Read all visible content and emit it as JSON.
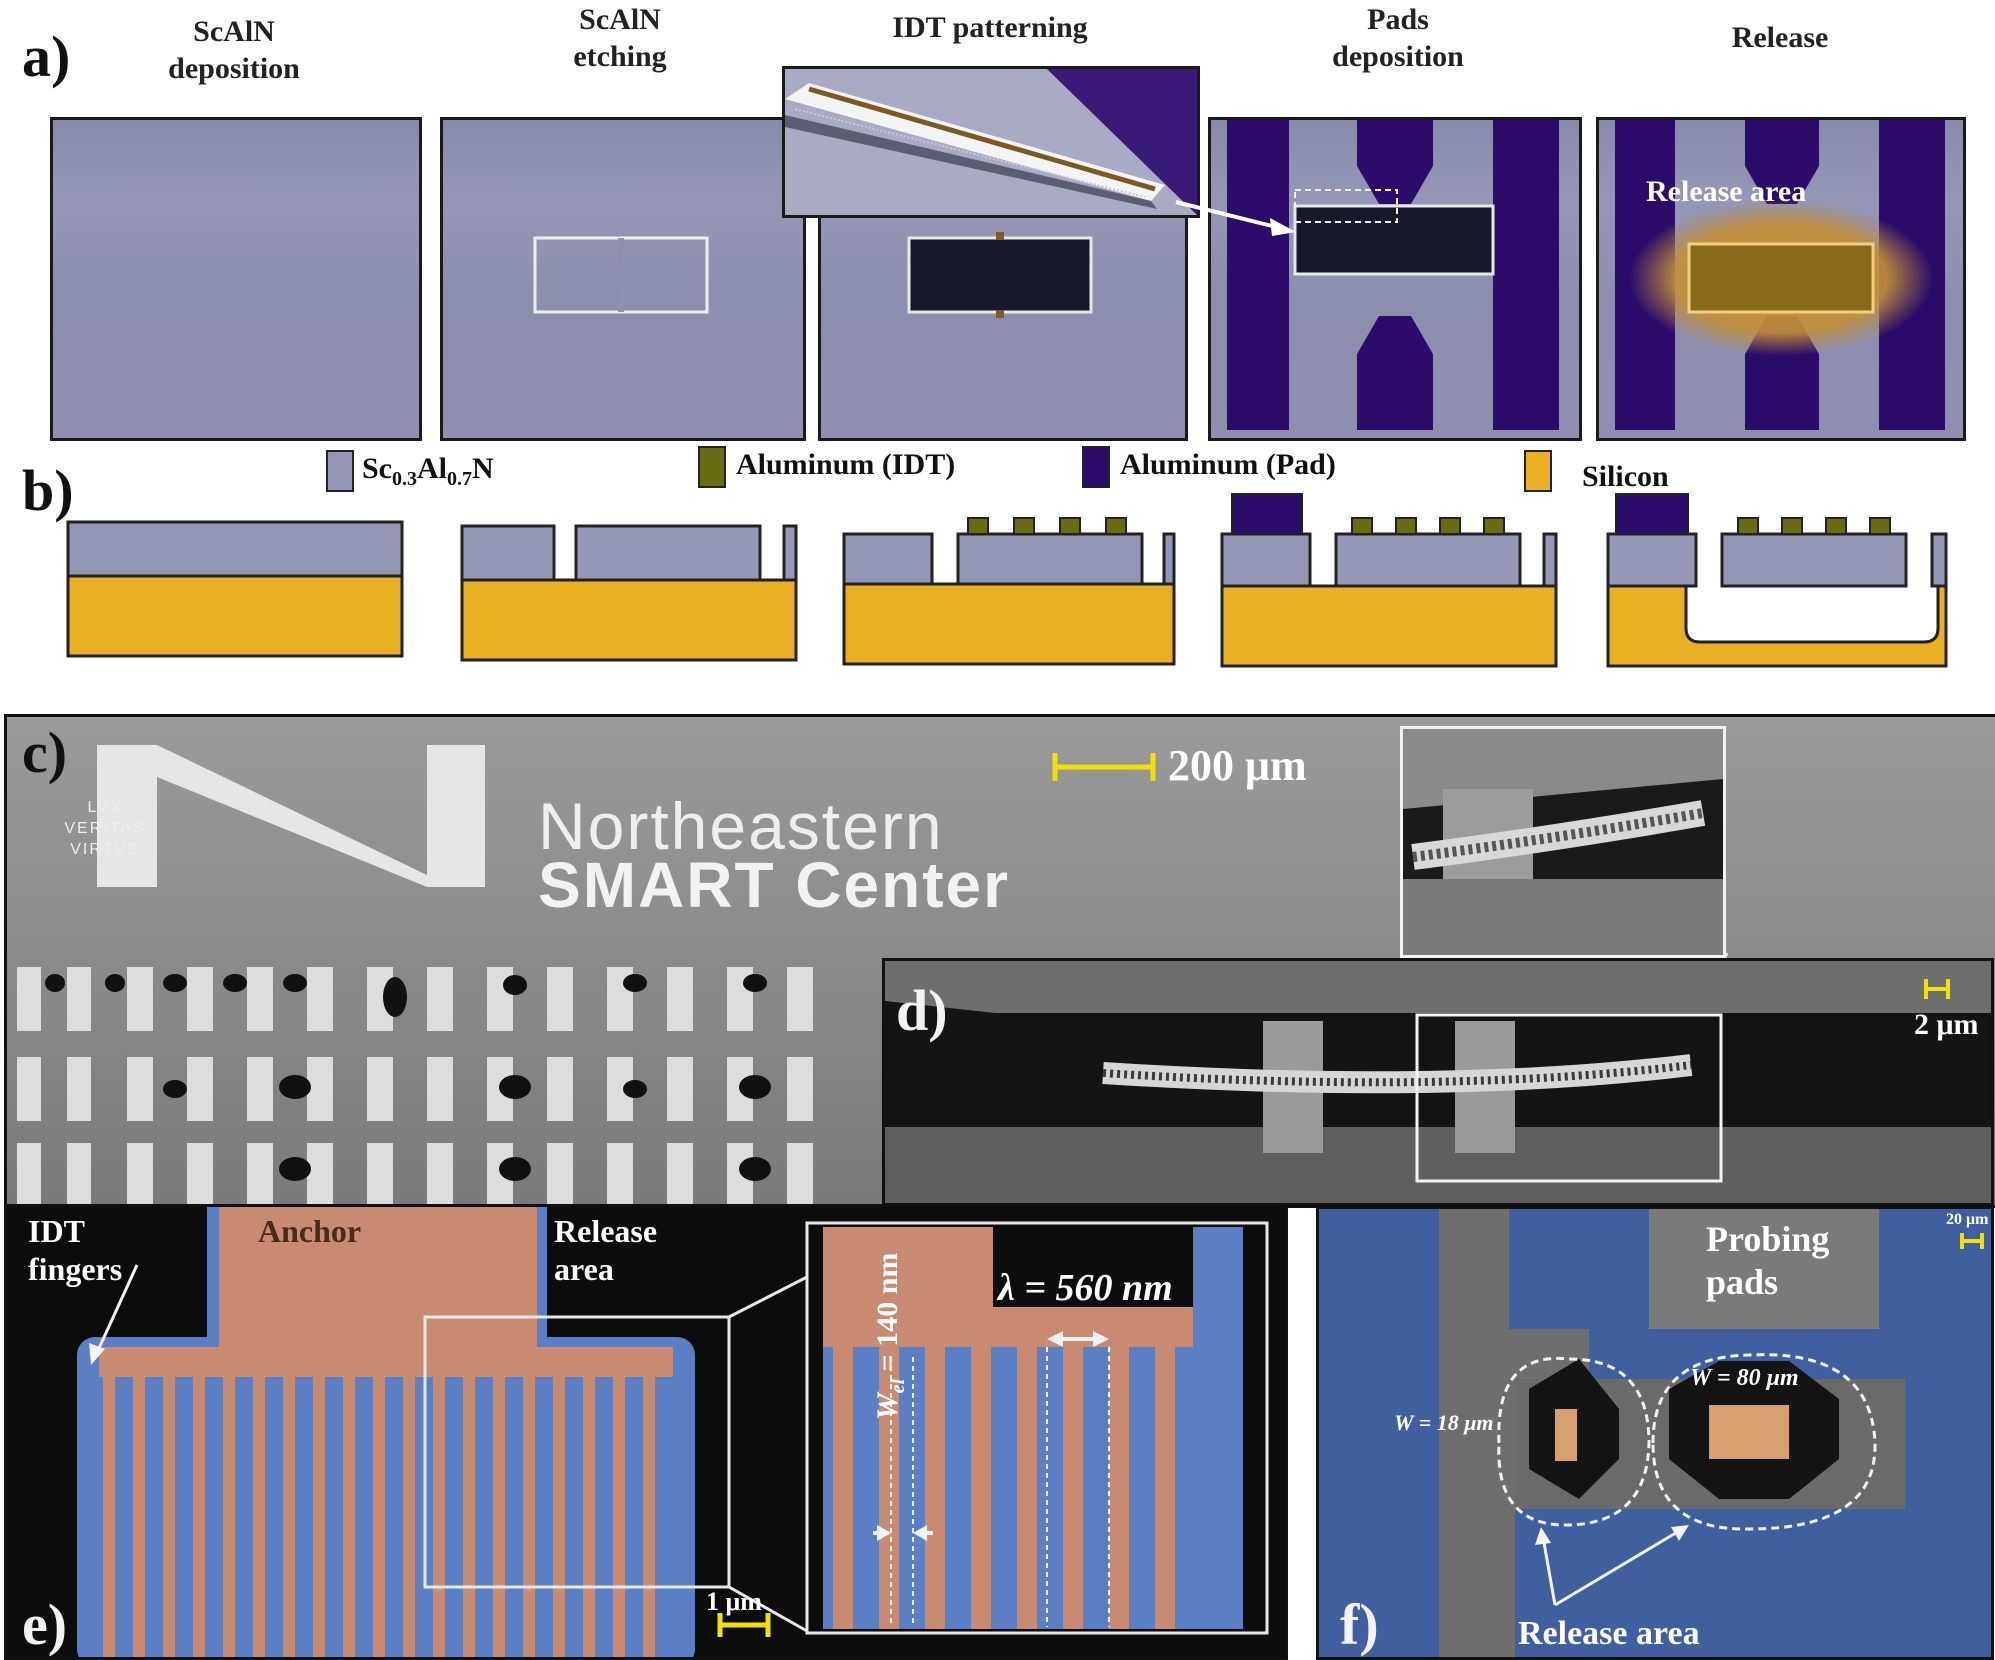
{
  "panel_a": {
    "label": "a)",
    "steps": [
      {
        "line1": "ScAlN",
        "line2": "deposition"
      },
      {
        "line1": "ScAlN",
        "line2": "etching"
      },
      {
        "line1": "IDT patterning",
        "line2": ""
      },
      {
        "line1": "Pads",
        "line2": "deposition"
      },
      {
        "line1": "Release",
        "line2": ""
      }
    ],
    "release_area_label": "Release area"
  },
  "legend": {
    "scaln_main": "Sc",
    "scaln_sub1": "0.3",
    "scaln_mid": "Al",
    "scaln_sub2": "0.7",
    "scaln_end": "N",
    "al_idt": "Aluminum (IDT)",
    "al_pad": "Aluminum (Pad)",
    "silicon": "Silicon"
  },
  "panel_b": {
    "label": "b)"
  },
  "panel_c": {
    "label": "c)",
    "scale_bar": "200 μm",
    "logo_line1": "Northeastern",
    "logo_line2": "SMART Center",
    "seal_text": "LVX VERITAS VIRTVS"
  },
  "panel_d": {
    "label": "d)",
    "scale_bar": "2 μm"
  },
  "panel_e": {
    "label": "e)",
    "idt_label_1": "IDT",
    "idt_label_2": "fingers",
    "anchor_label": "Anchor",
    "release_label_1": "Release",
    "release_label_2": "area",
    "lambda_label": "λ = 560 nm",
    "wel_label": "W",
    "wel_sub": "el",
    "wel_value": " = 140 nm",
    "scale_bar": "1 μm"
  },
  "panel_f": {
    "label": "f)",
    "probing_1": "Probing",
    "probing_2": "pads",
    "w_small": "W = 18 μm",
    "w_large": "W = 80 μm",
    "release_label": "Release area",
    "scale_bar": "20 μm"
  },
  "colors": {
    "scaln": "#9496b6",
    "al_idt": "#6b6b14",
    "al_pad": "#2c0c6a",
    "silicon": "#e8b022",
    "scale_bar": "#f2e000",
    "false_color_orange": "#c88a70",
    "false_color_blue": "#5a7fc4"
  }
}
